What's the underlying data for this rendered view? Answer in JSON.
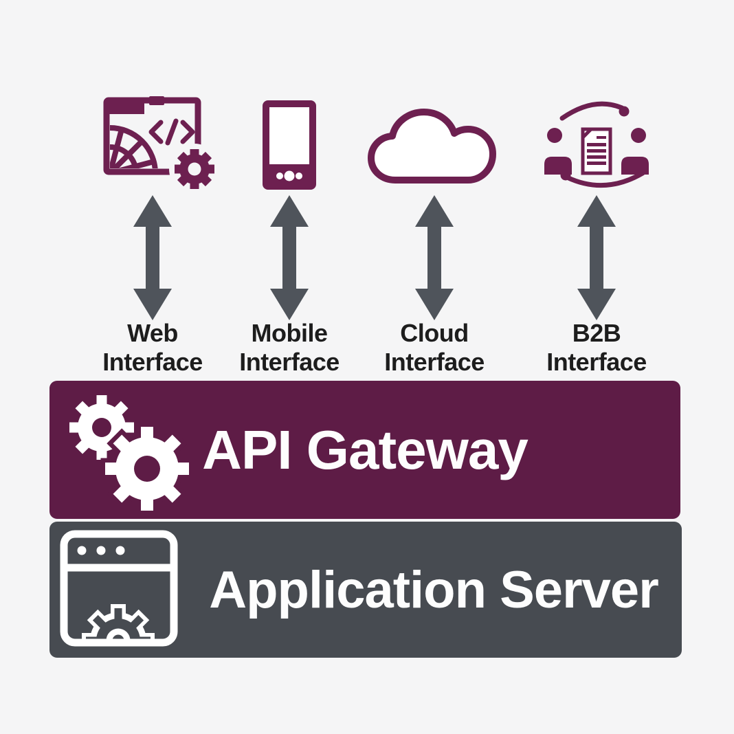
{
  "colors": {
    "background": "#f5f5f6",
    "gateway_bar": "#5e1c46",
    "icon_maroon": "#6d2050",
    "server_bar": "#474b51",
    "arrow_gray": "#4f545b",
    "label_text": "#1d1d1d",
    "bar_text": "#fdfdfd"
  },
  "interfaces": [
    {
      "name": "Web Interface",
      "label_line1": "Web",
      "label_line2": "Interface",
      "icon": "web-browser-globe-code-gear-icon"
    },
    {
      "name": "Mobile Interface",
      "label_line1": "Mobile",
      "label_line2": "Interface",
      "icon": "mobile-phone-icon"
    },
    {
      "name": "Cloud Interface",
      "label_line1": "Cloud",
      "label_line2": "Interface",
      "icon": "cloud-icon"
    },
    {
      "name": "B2B Interface",
      "label_line1": "B2B",
      "label_line2": "Interface",
      "icon": "b2b-document-exchange-icon"
    }
  ],
  "connections": {
    "type": "bidirectional-vertical-arrow",
    "count": 4
  },
  "layers": [
    {
      "title": "API Gateway",
      "icon": "gears-icon",
      "color": "#5e1c46"
    },
    {
      "title": "Application Server",
      "icon": "browser-window-gear-icon",
      "color": "#474b51"
    }
  ]
}
